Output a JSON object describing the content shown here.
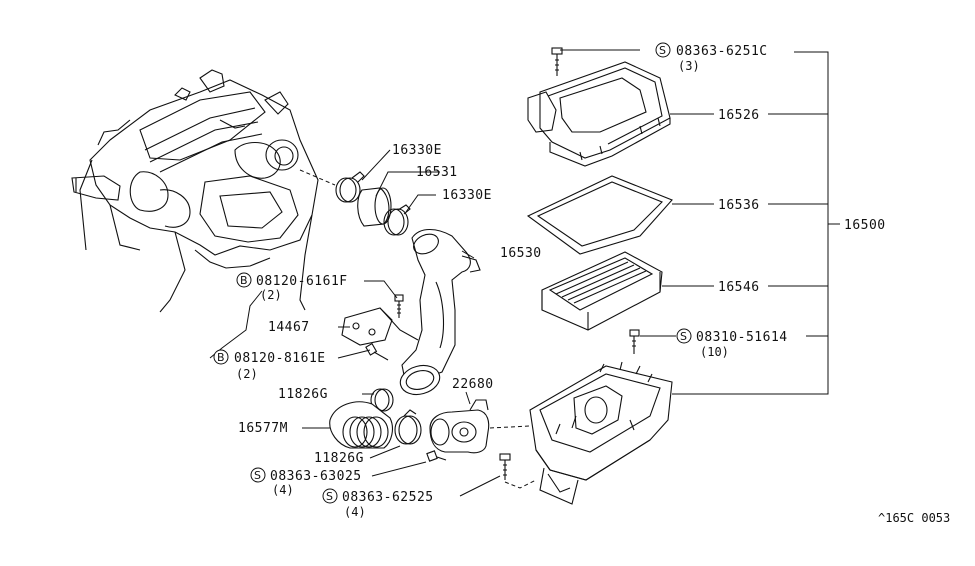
{
  "parts": {
    "p16330E_top": "16330E",
    "p16531": "16531",
    "p16330E_bot": "16330E",
    "p16530": "16530",
    "bolt1": {
      "symbol": "B",
      "number": "08120-6161F",
      "qty": "(2)"
    },
    "p14467": "14467",
    "bolt2": {
      "symbol": "B",
      "number": "08120-8161E",
      "qty": "(2)"
    },
    "p11826G_top": "11826G",
    "p16577M": "16577M",
    "p11826G_bot": "11826G",
    "p22680": "22680",
    "screw1": {
      "symbol": "S",
      "number": "08363-63025",
      "qty": "(4)"
    },
    "screw2": {
      "symbol": "S",
      "number": "08363-62525",
      "qty": "(4)"
    },
    "screw3": {
      "symbol": "S",
      "number": "08363-6251C",
      "qty": "(3)"
    },
    "p16526": "16526",
    "p16536": "16536",
    "p16546": "16546",
    "screw4": {
      "symbol": "S",
      "number": "08310-51614",
      "qty": "(10)"
    },
    "p16500": "16500"
  },
  "diagram_ref": "^165C 0053"
}
